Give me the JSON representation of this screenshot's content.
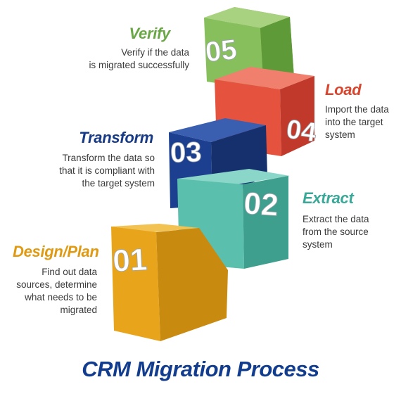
{
  "steps": [
    {
      "number": "01",
      "title": "Design/Plan",
      "description": [
        "Find out data",
        "sources, determine",
        "what needs to be",
        "migrated"
      ],
      "color": "#e8a51c",
      "title_color": "#e09a12"
    },
    {
      "number": "02",
      "title": "Extract",
      "description": [
        "Extract the data",
        "from the source",
        "system"
      ],
      "color": "#5bbfad",
      "title_color": "#3aa898"
    },
    {
      "number": "03",
      "title": "Transform",
      "description": [
        "Transform the data so",
        "that it is compliant with",
        "the target system"
      ],
      "color": "#1d3f8f",
      "title_color": "#173a86"
    },
    {
      "number": "04",
      "title": "Load",
      "description": [
        "Import the data",
        "into the target",
        "system"
      ],
      "color": "#e5533e",
      "title_color": "#d9442c"
    },
    {
      "number": "05",
      "title": "Verify",
      "description": [
        "Verify if the data",
        "is migrated successfully"
      ],
      "color": "#7cb95a",
      "title_color": "#69a845"
    }
  ],
  "title": "CRM Migration Process",
  "title_color": "#123d8f"
}
